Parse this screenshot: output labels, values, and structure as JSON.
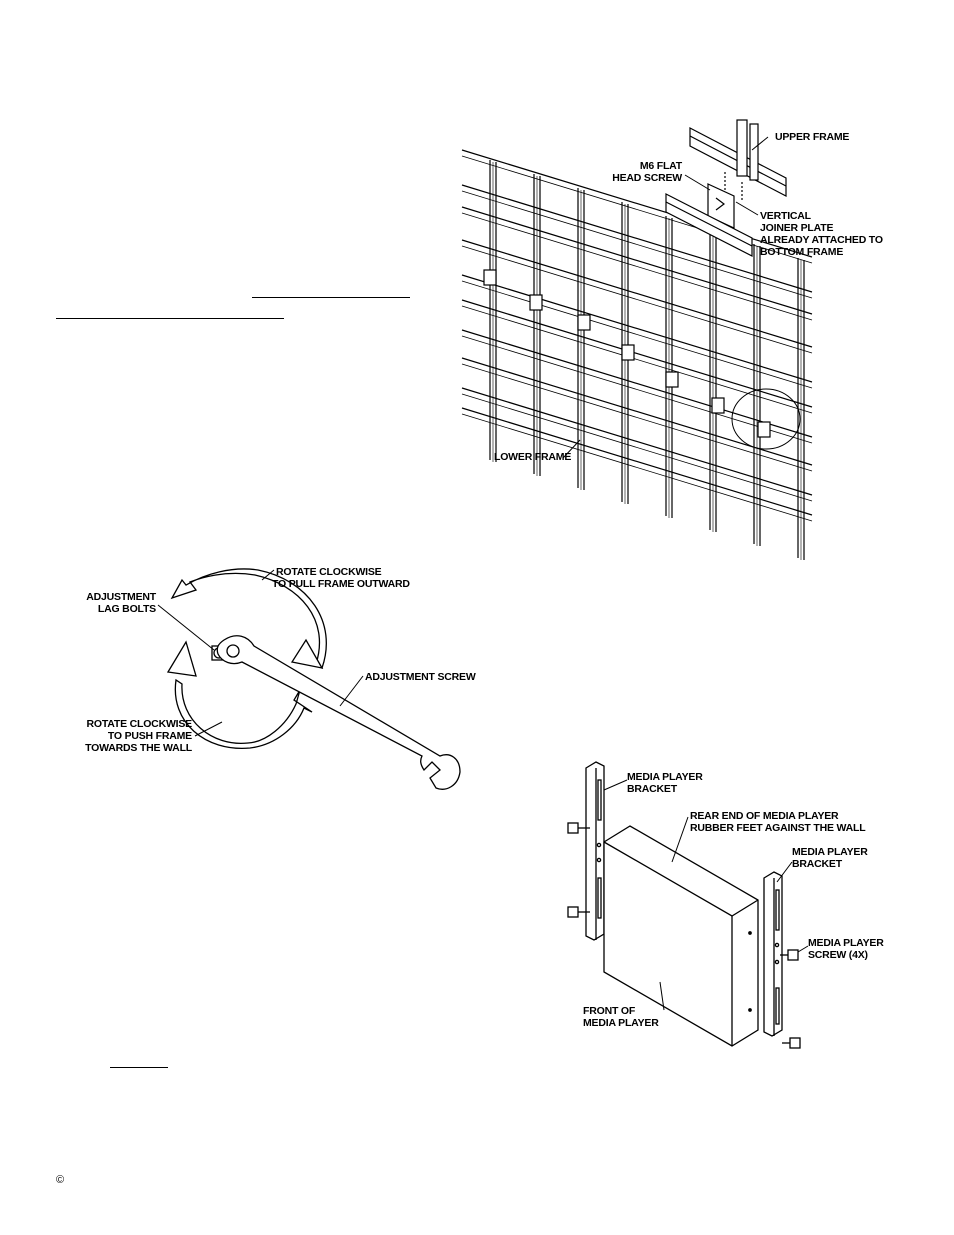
{
  "fig1": {
    "upper_frame": "UPPER FRAME",
    "m6_screw": [
      "M6 FLAT",
      "HEAD SCREW"
    ],
    "joiner_plate": [
      "VERTICAL",
      "JOINER PLATE",
      "ALREADY ATTACHED TO",
      "BOTTOM FRAME"
    ],
    "lower_frame": "LOWER FRAME"
  },
  "fig2": {
    "rotate_out": [
      "ROTATE CLOCKWISE",
      "TO PULL FRAME OUTWARD"
    ],
    "lag_bolts": [
      "ADJUSTMENT",
      "LAG BOLTS"
    ],
    "adjust_screw": "ADJUSTMENT SCREW",
    "rotate_in": [
      "ROTATE CLOCKWISE",
      "TO PUSH FRAME",
      "TOWARDS THE WALL"
    ]
  },
  "fig3": {
    "bracket_left": [
      "MEDIA PLAYER",
      "BRACKET"
    ],
    "rear_end": [
      "REAR END OF MEDIA PLAYER",
      "RUBBER FEET AGAINST THE WALL"
    ],
    "bracket_right": [
      "MEDIA PLAYER",
      "BRACKET"
    ],
    "screw": [
      "MEDIA PLAYER",
      "SCREW (4X)"
    ],
    "front": [
      "FRONT OF",
      "MEDIA PLAYER"
    ]
  },
  "footer": {
    "copyright_symbol": "©"
  }
}
